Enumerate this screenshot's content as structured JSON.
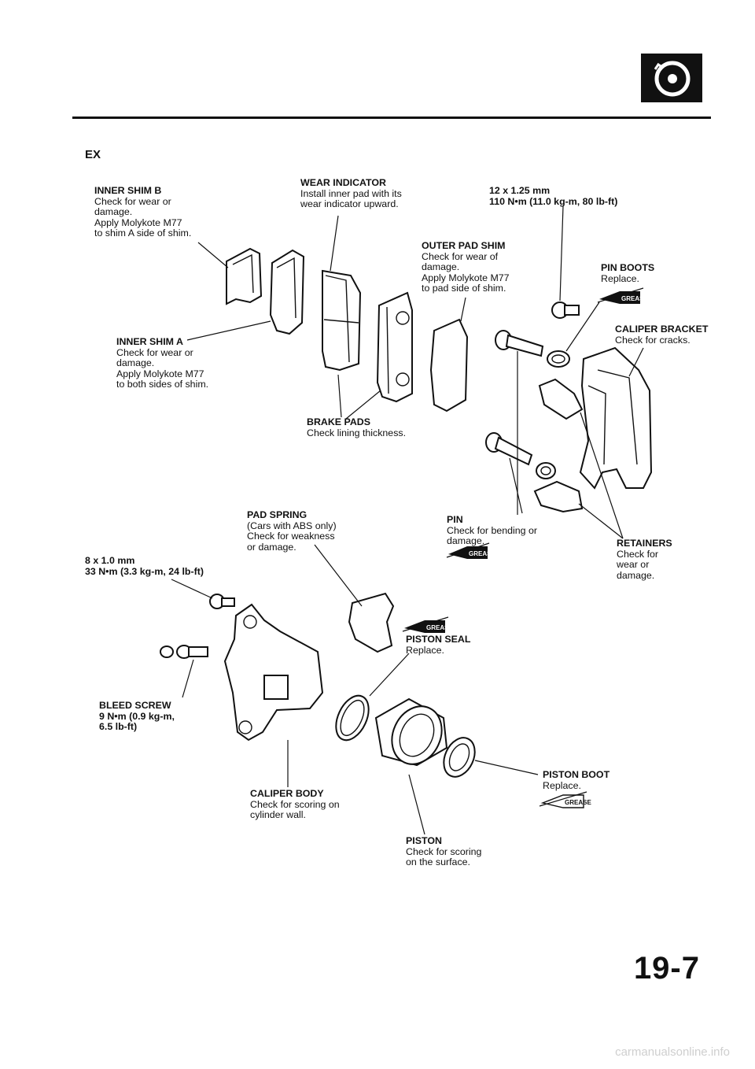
{
  "header": {
    "model": "EX",
    "page_number": "19-7"
  },
  "labels": {
    "inner_shim_b": {
      "title": "INNER SHIM B",
      "desc": "Check for wear or\ndamage.\nApply Molykote M77\nto shim A side of shim."
    },
    "wear_indicator": {
      "title": "WEAR INDICATOR",
      "desc": "Install inner pad with its\nwear indicator upward."
    },
    "bolt_12": {
      "spec": "12 x 1.25 mm\n110 N•m (11.0 kg-m, 80 lb-ft)"
    },
    "outer_pad_shim": {
      "title": "OUTER PAD SHIM",
      "desc": "Check for wear of\ndamage.\nApply Molykote M77\nto pad side of shim."
    },
    "pin_boots": {
      "title": "PIN BOOTS",
      "desc": "Replace."
    },
    "caliper_bracket": {
      "title": "CALIPER BRACKET",
      "desc": "Check for cracks."
    },
    "inner_shim_a": {
      "title": "INNER SHIM A",
      "desc": "Check for wear or\ndamage.\nApply Molykote M77\nto both sides of shim."
    },
    "brake_pads": {
      "title": "BRAKE PADS",
      "desc": "Check lining thickness."
    },
    "pad_spring": {
      "title": "PAD SPRING",
      "desc": "(Cars with ABS only)\nCheck for weakness\nor damage."
    },
    "pin": {
      "title": "PIN",
      "desc": "Check for bending or\ndamage."
    },
    "retainers": {
      "title": "RETAINERS",
      "desc": "Check for\nwear or\ndamage."
    },
    "bolt_8": {
      "spec": "8 x 1.0 mm\n33 N•m (3.3 kg-m, 24 lb-ft)"
    },
    "piston_seal": {
      "title": "PISTON SEAL",
      "desc": "Replace."
    },
    "bleed_screw": {
      "spec": "BLEED SCREW\n9 N•m (0.9 kg-m,\n6.5 lb-ft)"
    },
    "caliper_body": {
      "title": "CALIPER BODY",
      "desc": "Check for scoring on\ncylinder wall."
    },
    "piston_boot": {
      "title": "PISTON BOOT",
      "desc": "Replace."
    },
    "piston": {
      "title": "PISTON",
      "desc": "Check for scoring\non the surface."
    }
  },
  "grease_badge": "GREASE",
  "icons": {
    "section": "brake-disc-icon"
  },
  "watermark": "carmanualsonline.info"
}
